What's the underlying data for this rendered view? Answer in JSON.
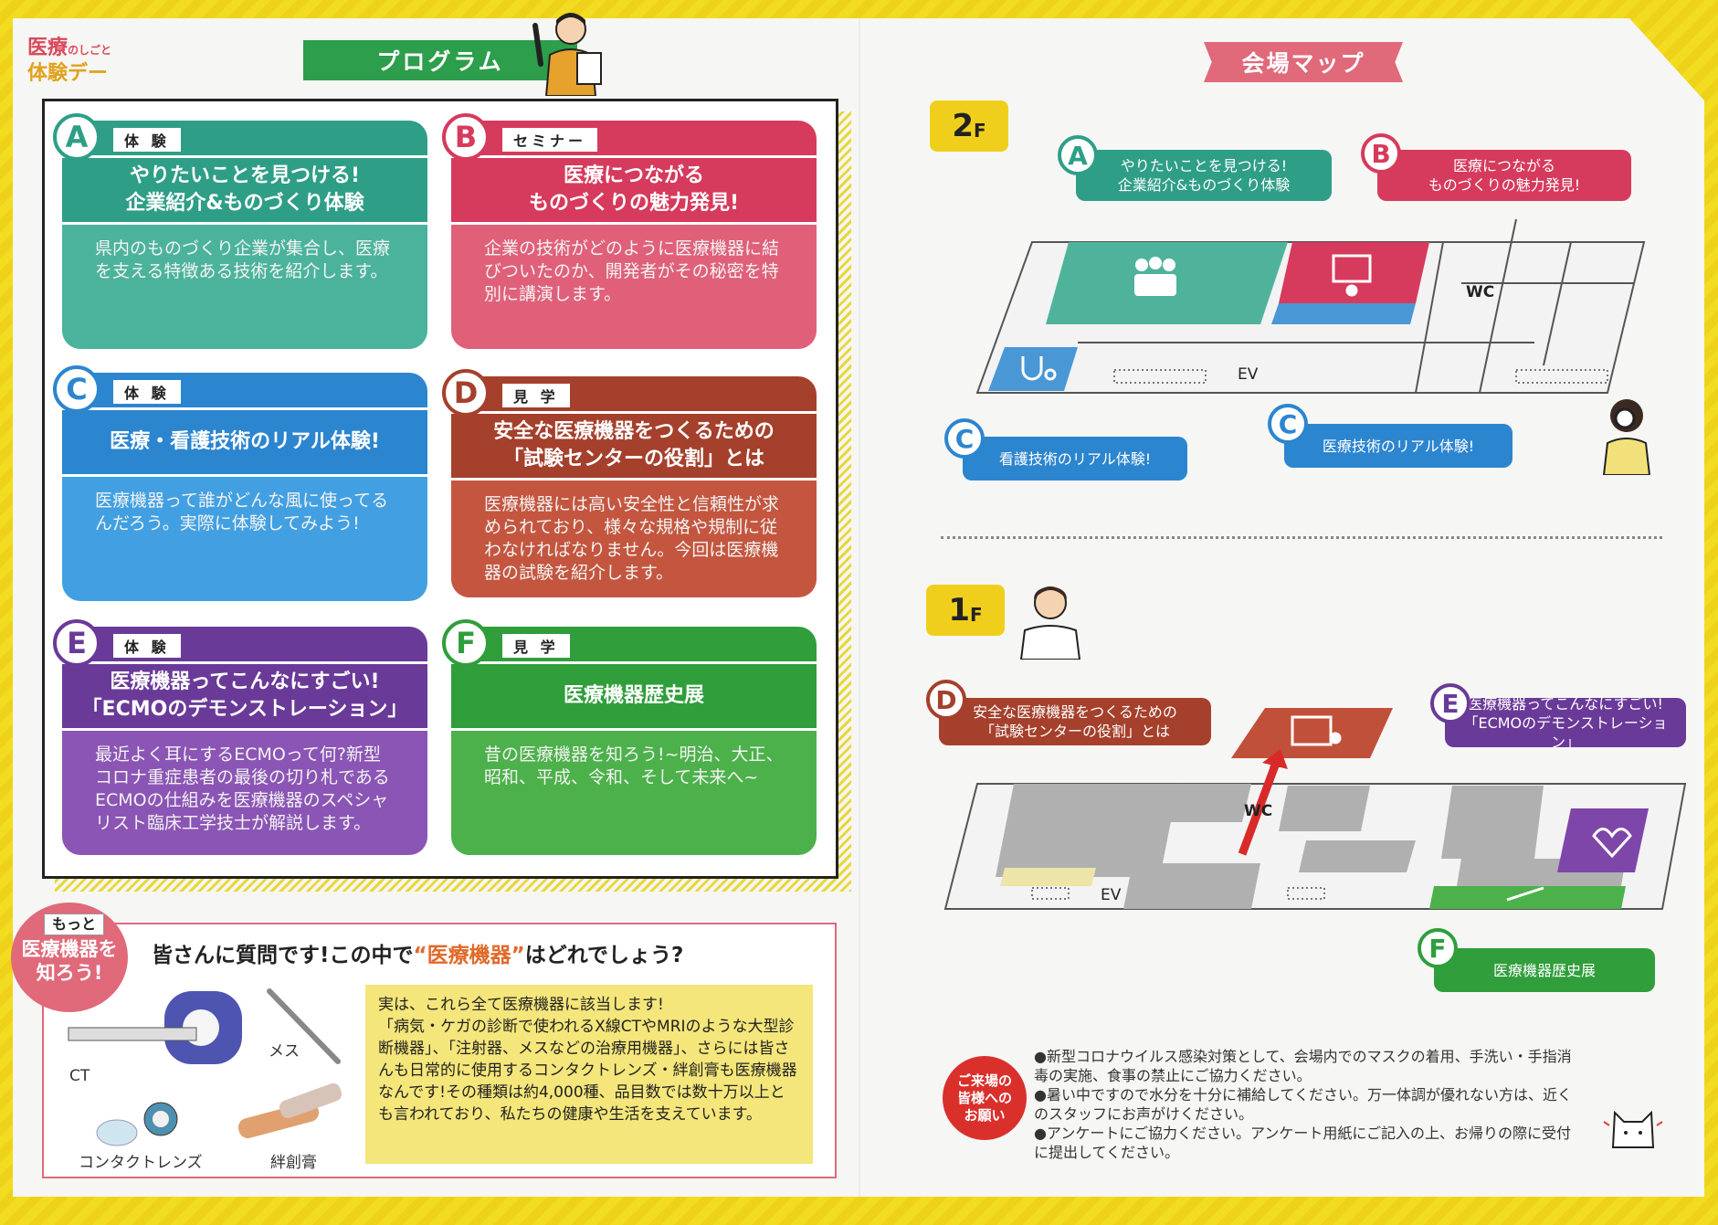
{
  "logo": {
    "line1": "医療",
    "mid": "のしごと",
    "line2": "体験デー"
  },
  "headers": {
    "program": "プログラム",
    "map": "会場マップ"
  },
  "cards": [
    {
      "letter": "A",
      "type": "体 験",
      "title": "やりたいことを見つける!\n企業紹介&ものづくり体験",
      "desc": "県内のものづくり企業が集合し、医療を支える特徴ある技術を紹介します。",
      "color": "#2f9e87",
      "light": "#4bb39c"
    },
    {
      "letter": "B",
      "type": "セミナー",
      "title": "医療につながる\nものづくりの魅力発見!",
      "desc": "企業の技術がどのように医療機器に結びついたのか、開発者がその秘密を特別に講演します。",
      "color": "#d63a5c",
      "light": "#e0607a"
    },
    {
      "letter": "C",
      "type": "体 験",
      "title": "医療・看護技術のリアル体験!",
      "desc": "医療機器って誰がどんな風に使ってるんだろう。実際に体験してみよう!",
      "color": "#2c85cf",
      "light": "#42a0e2"
    },
    {
      "letter": "D",
      "type": "見 学",
      "title": "安全な医療機器をつくるための\n「試験センターの役割」とは",
      "desc": "医療機器には高い安全性と信頼性が求められており、様々な規格や規制に従わなければなりません。今回は医療機器の試験を紹介します。",
      "color": "#a5402c",
      "light": "#c4563f"
    },
    {
      "letter": "E",
      "type": "体 験",
      "title": "医療機器ってこんなにすごい!\n「ECMOのデモンストレーション」",
      "desc": "最近よく耳にするECMOって何?新型コロナ重症患者の最後の切り札であるECMOの仕組みを医療機器のスペシャリスト臨床工学技士が解説します。",
      "color": "#6a3a98",
      "light": "#8b55b5"
    },
    {
      "letter": "F",
      "type": "見 学",
      "title": "医療機器歴史展",
      "desc": "昔の医療機器を知ろう!~明治、大正、昭和、平成、令和、そして未来へ~",
      "color": "#2f9e3b",
      "light": "#4cb14a"
    }
  ],
  "floor2": {
    "floor": "2",
    "suffix": "F",
    "callouts": [
      {
        "letter": "A",
        "text": "やりたいことを見つける!\n企業紹介&ものづくり体験",
        "color": "#2f9e87"
      },
      {
        "letter": "B",
        "text": "医療につながる\nものづくりの魅力発見!",
        "color": "#d63a5c"
      },
      {
        "letter": "C",
        "text": "看護技術のリアル体験!",
        "color": "#2c85cf"
      },
      {
        "letter": "C",
        "text": "医療技術のリアル体験!",
        "color": "#2c85cf"
      }
    ],
    "wc": "WC",
    "ev": "EV"
  },
  "floor1": {
    "floor": "1",
    "suffix": "F",
    "callouts": [
      {
        "letter": "D",
        "text": "安全な医療機器をつくるための\n「試験センターの役割」とは",
        "color": "#a5402c"
      },
      {
        "letter": "E",
        "text": "医療機器ってこんなにすごい!\n「ECMOのデモンストレーション」",
        "color": "#6a3a98"
      },
      {
        "letter": "F",
        "text": "医療機器歴史展",
        "color": "#2f9e3b"
      }
    ],
    "wc": "WC",
    "ev": "EV"
  },
  "question": {
    "motto_tab": "もっと",
    "motto": "医療機器を\n知ろう!",
    "title_pre": "皆さんに質問です!この中で",
    "title_hl": "“医療機器”",
    "title_post": "はどれでしょう?",
    "labels": {
      "ct": "CT",
      "mes": "メス",
      "lens": "コンタクトレンズ",
      "bandage": "絆創膏"
    },
    "answer": "実は、これら全て医療機器に該当します!\n「病気・ケガの診断で使われるX線CTやMRIのような大型診断機器」、「注射器、メスなどの治療用機器」、さらには皆さんも日常的に使用するコンタクトレンズ・絆創膏も医療機器なんです!その種類は約4,000種、品目数では数十万以上とも言われており、私たちの健康や生活を支えています。"
  },
  "notice": {
    "badge": "ご来場の\n皆様への\nお願い",
    "items": [
      "●新型コロナウイルス感染対策として、会場内でのマスクの着用、手洗い・手指消毒の実施、食事の禁止にご協力ください。",
      "●暑い中ですので水分を十分に補給してください。万一体調が優れない方は、近くのスタッフにお声がけください。",
      "●アンケートにご協力ください。アンケート用紙にご記入の上、お帰りの際に受付に提出してください。"
    ]
  }
}
